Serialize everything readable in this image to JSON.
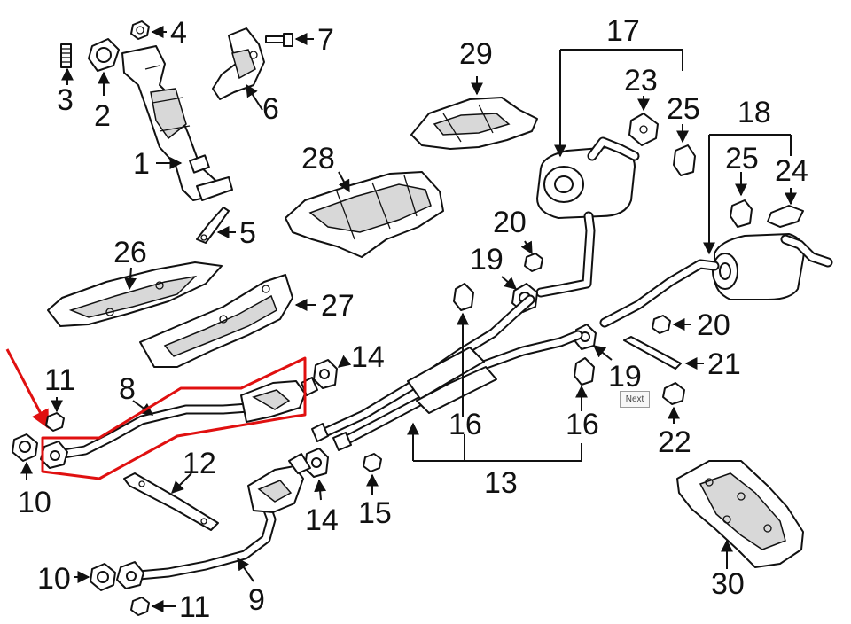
{
  "callouts": {
    "c1": "1",
    "c2": "2",
    "c3": "3",
    "c4": "4",
    "c5": "5",
    "c6": "6",
    "c7": "7",
    "c8": "8",
    "c9": "9",
    "c10a": "10",
    "c10b": "10",
    "c11a": "11",
    "c11b": "11",
    "c12": "12",
    "c13": "13",
    "c14a": "14",
    "c14b": "14",
    "c15": "15",
    "c16a": "16",
    "c16b": "16",
    "c17": "17",
    "c18": "18",
    "c19a": "19",
    "c19b": "19",
    "c20a": "20",
    "c20b": "20",
    "c21": "21",
    "c22": "22",
    "c23": "23",
    "c24": "24",
    "c25a": "25",
    "c25b": "25",
    "c26": "26",
    "c27": "27",
    "c28": "28",
    "c29": "29",
    "c30": "30"
  },
  "next_button": {
    "label": "Next"
  },
  "colors": {
    "highlight": "#e01010",
    "ink": "#111111",
    "background": "#ffffff"
  },
  "highlighted_part": "8"
}
